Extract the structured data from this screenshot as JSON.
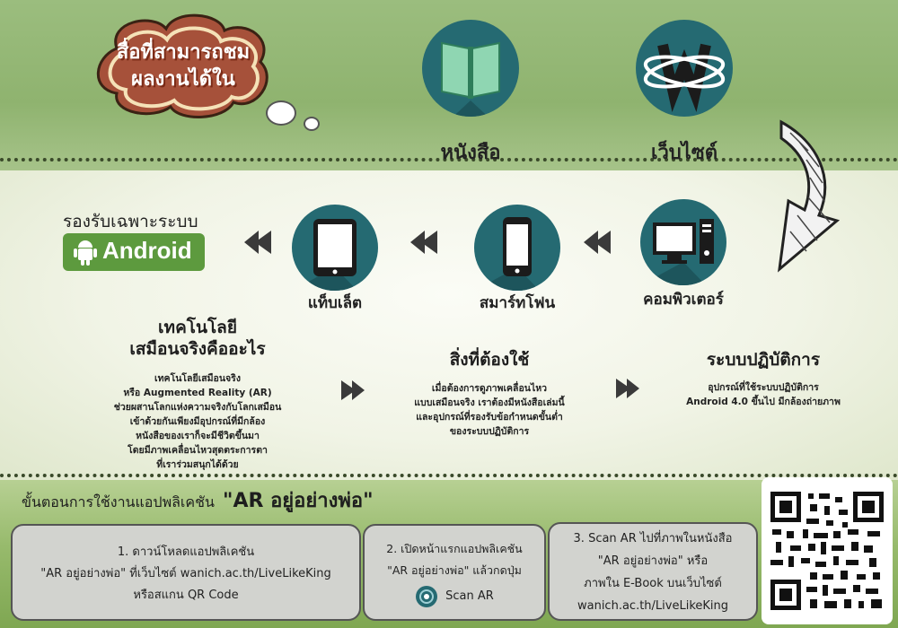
{
  "cloud": {
    "line1": "สื่อที่สามารถชม",
    "line2": "ผลงานได้ใน"
  },
  "media": {
    "book_label": "หนังสือ",
    "website_label": "เว็บไซต์"
  },
  "support": {
    "title": "รองรับเฉพาะระบบ",
    "android_label": "Android"
  },
  "devices": {
    "tablet_label": "แท็บเล็ต",
    "smartphone_label": "สมาร์ทโฟน",
    "computer_label": "คอมพิวเตอร์"
  },
  "sections": {
    "ar_heading_line1": "เทคโนโลยี",
    "ar_heading_line2": "เสมือนจริงคืออะไร",
    "ar_body": [
      "เทคโนโลยีเสมือนจริง",
      "หรือ Augmented Reality (AR)",
      "ช่วยผสานโลกแห่งความจริงกับโลกเสมือน",
      "เข้าด้วยกันเพียงมีอุปกรณ์ที่มีกล้อง",
      "หนังสือของเราก็จะมีชีวิตขึ้นมา",
      "โดยมีภาพเคลื่อนไหวสุดตระการตา",
      "ที่เราร่วมสนุกได้ด้วย"
    ],
    "needs_heading": "สิ่งที่ต้องใช้",
    "needs_body": [
      "เมื่อต้องการดูภาพเคลื่อนไหว",
      "แบบเสมือนจริง เราต้องมีหนังสือเล่มนี้",
      "และอุปกรณ์ที่รองรับข้อกำหนดขั้นต่ำ",
      "ของระบบปฏิบัติการ"
    ],
    "os_heading": "ระบบปฏิบัติการ",
    "os_body": [
      "อุปกรณ์ที่ใช้ระบบปฏิบัติการ",
      "Android 4.0 ขึ้นไป มีกล้องถ่ายภาพ"
    ]
  },
  "steps": {
    "title_prefix": "ขั้นตอนการใช้งานแอปพลิเคชัน",
    "title_app": "\"AR อยู่อย่างพ่อ\"",
    "step1": [
      "1. ดาวน์โหลดแอปพลิเคชัน",
      "\"AR อยู่อย่างพ่อ\" ที่เว็บไซต์ wanich.ac.th/LiveLikeKing",
      "หรือสแกน QR Code"
    ],
    "step2": [
      "2. เปิดหน้าแรกแอปพลิเคชัน",
      "\"AR อยู่อย่างพ่อ\" แล้วกดปุ่ม"
    ],
    "step2_button": "Scan AR",
    "step3": [
      "3. Scan AR ไปที่ภาพในหนังสือ",
      "\"AR อยู่อย่างพ่อ\" หรือ",
      "ภาพใน E-Book บนเว็บไซต์",
      "wanich.ac.th/LiveLikeKing"
    ]
  },
  "colors": {
    "circle": "#256a72",
    "android_green": "#5d9a3e",
    "cloud_brown": "#a6513a"
  }
}
